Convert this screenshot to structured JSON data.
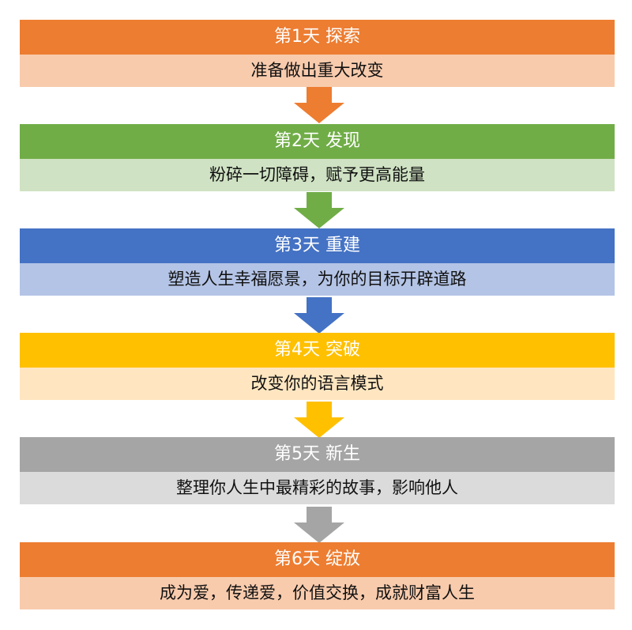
{
  "stages": [
    {
      "title": "第1天 探索",
      "desc": "准备做出重大改变",
      "color": "#ED7D31",
      "light": "#F8CBAD"
    },
    {
      "title": "第2天 发现",
      "desc": "粉碎一切障碍，赋予更高能量",
      "color": "#70AD47",
      "light": "#CFE2C3"
    },
    {
      "title": "第3天 重建",
      "desc": "塑造人生幸福愿景，为你的目标开辟道路",
      "color": "#4472C4",
      "light": "#B4C4E6"
    },
    {
      "title": "第4天 突破",
      "desc": "改变你的语言模式",
      "color": "#FFC000",
      "light": "#FFE6C0"
    },
    {
      "title": "第5天 新生",
      "desc": "整理你人生中最精彩的故事，影响他人",
      "color": "#A5A5A5",
      "light": "#DBDBDB"
    },
    {
      "title": "第6天 绽放",
      "desc": "成为爱，传递爱，价值交换，成就财富人生",
      "color": "#ED7D31",
      "light": "#F8CBAD"
    }
  ]
}
